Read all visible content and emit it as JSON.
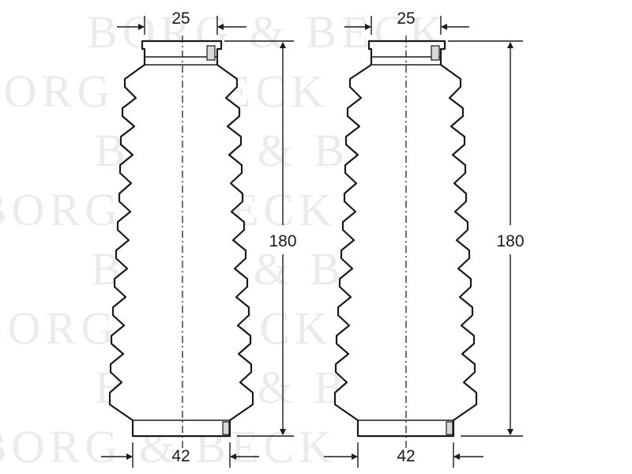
{
  "watermark": {
    "text": "BORG & BECK"
  },
  "parts": [
    {
      "top_diameter": "25",
      "length": "180",
      "bottom_diameter": "42"
    },
    {
      "top_diameter": "25",
      "length": "180",
      "bottom_diameter": "42"
    }
  ]
}
